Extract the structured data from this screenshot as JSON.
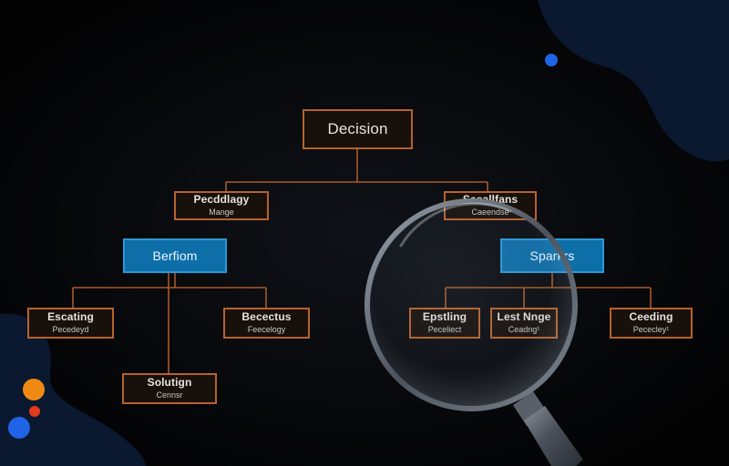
{
  "colors": {
    "background": "#030304",
    "connector": "#a85a27",
    "node_border": "#b7622c",
    "node_fill": "#17100b",
    "highlight_fill": "#0d6ea8",
    "highlight_border": "#2b9ad6",
    "dot_orange": "#f08a12",
    "dot_red": "#e23a1a",
    "dot_blue": "#1f63e6",
    "blob": "#0b1a33"
  },
  "decorations": {
    "magnifier_icon": "magnifying-glass-icon"
  },
  "diagram": {
    "root": {
      "label": "Decision"
    },
    "level1": {
      "left": {
        "label": "Pecddlagy",
        "sub": "Mange"
      },
      "right": {
        "label": "Seeallfans",
        "sub": "Caeendse"
      }
    },
    "level2": {
      "left": {
        "label": "Berfiom"
      },
      "right": {
        "label": "Sparkrs"
      }
    },
    "level3": {
      "left_a": {
        "label": "Escating",
        "sub": "Pecedeyd"
      },
      "left_b": {
        "label": "Becectus",
        "sub": "Feecelogy"
      },
      "left_c": {
        "label": "Solutign",
        "sub": "Cennsr"
      },
      "right_a": {
        "label": "Epstling",
        "sub": "Peceliect"
      },
      "right_b": {
        "label": "Lest Nnge",
        "sub": "Ceadng¹"
      },
      "right_c": {
        "label": "Ceeding",
        "sub": "Pececley¹"
      }
    }
  }
}
